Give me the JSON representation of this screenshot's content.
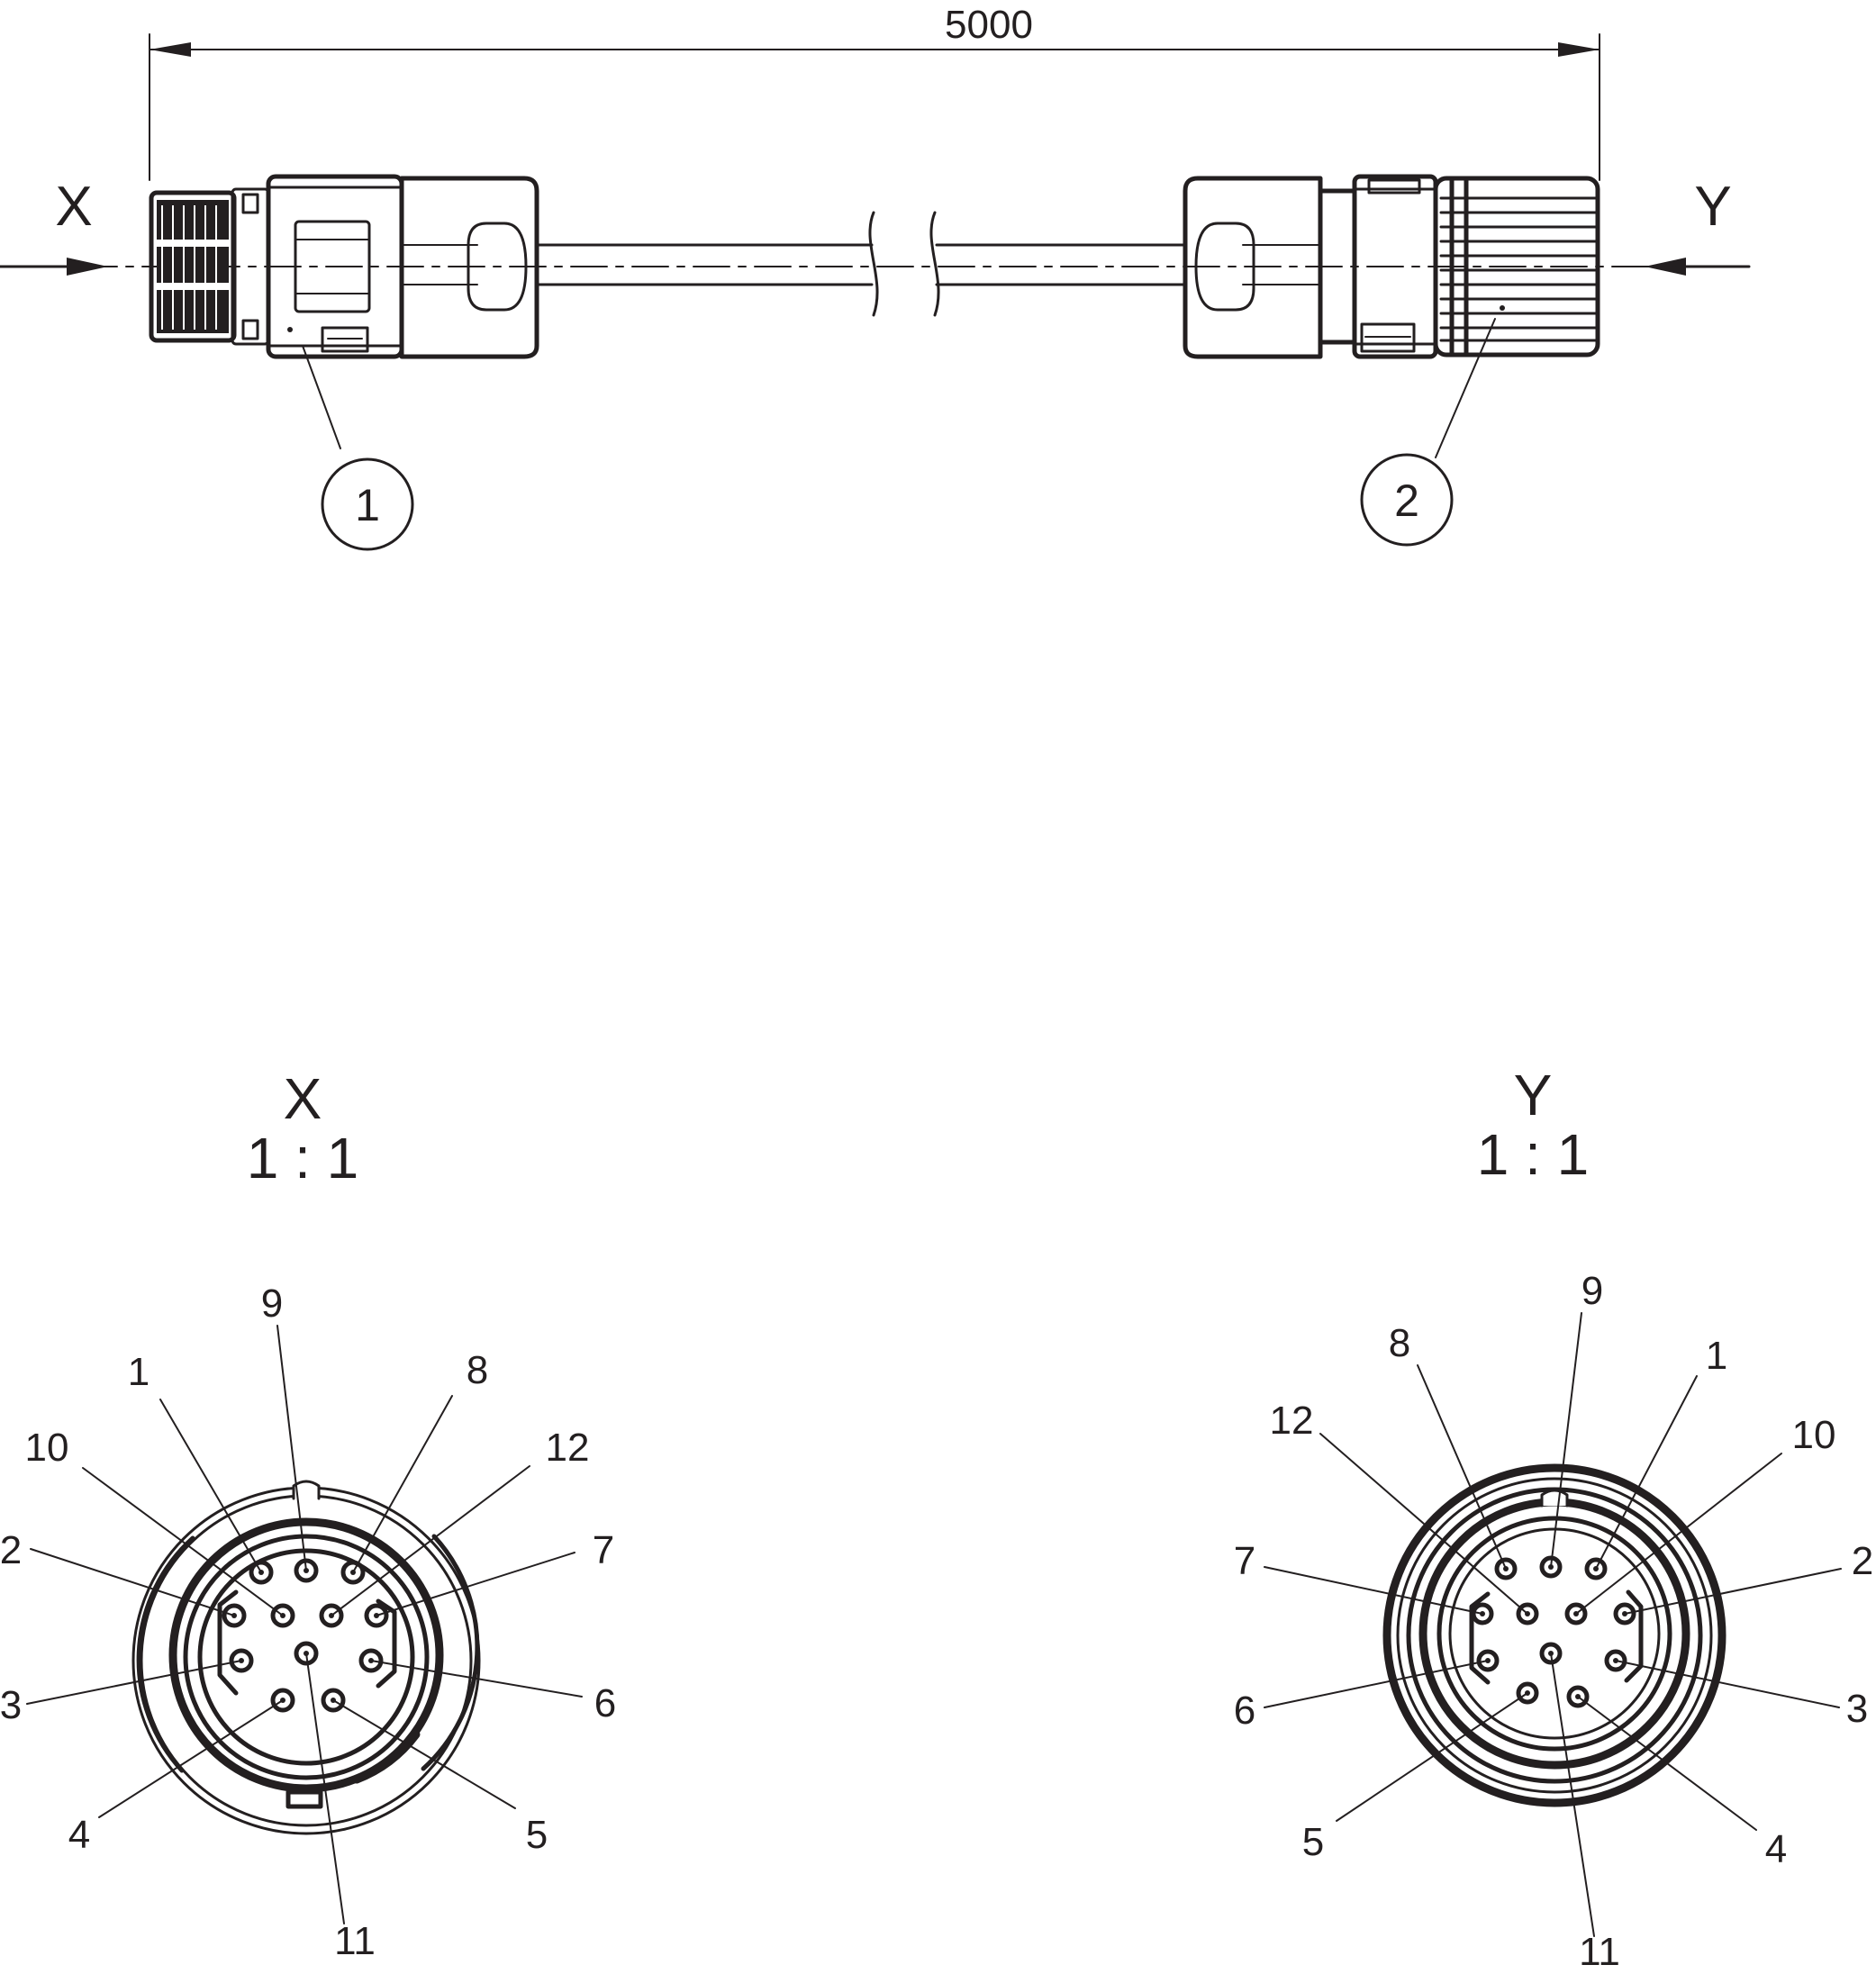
{
  "dimension": {
    "overall_length": "5000"
  },
  "view_markers": {
    "left": "X",
    "right": "Y"
  },
  "callouts": [
    {
      "number": "1"
    },
    {
      "number": "2"
    }
  ],
  "detail_views": [
    {
      "id": "X",
      "title": "X",
      "scale": "1 : 1",
      "pins": [
        {
          "label": "9"
        },
        {
          "label": "1"
        },
        {
          "label": "8"
        },
        {
          "label": "10"
        },
        {
          "label": "12"
        },
        {
          "label": "2"
        },
        {
          "label": "7"
        },
        {
          "label": "3"
        },
        {
          "label": "6"
        },
        {
          "label": "4"
        },
        {
          "label": "5"
        },
        {
          "label": "11"
        }
      ]
    },
    {
      "id": "Y",
      "title": "Y",
      "scale": "1 : 1",
      "pins": [
        {
          "label": "9"
        },
        {
          "label": "8"
        },
        {
          "label": "1"
        },
        {
          "label": "12"
        },
        {
          "label": "10"
        },
        {
          "label": "7"
        },
        {
          "label": "2"
        },
        {
          "label": "6"
        },
        {
          "label": "3"
        },
        {
          "label": "5"
        },
        {
          "label": "4"
        },
        {
          "label": "11"
        }
      ]
    }
  ]
}
